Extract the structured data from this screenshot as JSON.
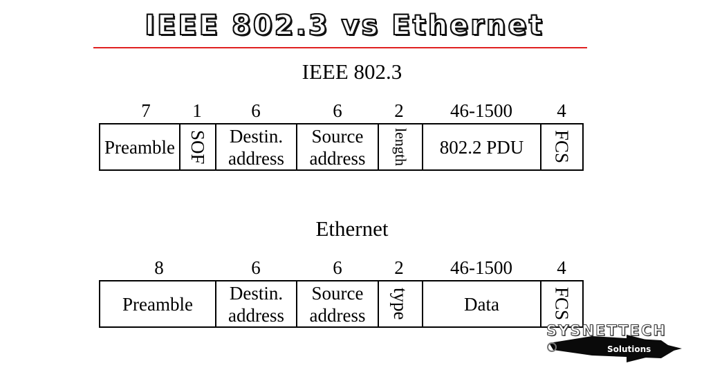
{
  "header": {
    "title": "IEEE 802.3 vs Ethernet",
    "rule_color": "#e02020"
  },
  "frames": [
    {
      "title": "IEEE 802.3",
      "fields": [
        {
          "size": "7",
          "label": "Preamble",
          "label2": "",
          "orientation": "horizontal"
        },
        {
          "size": "1",
          "label": "SOF",
          "label2": "",
          "orientation": "vertical"
        },
        {
          "size": "6",
          "label": "Destin.",
          "label2": "address",
          "orientation": "horizontal"
        },
        {
          "size": "6",
          "label": "Source",
          "label2": "address",
          "orientation": "horizontal"
        },
        {
          "size": "2",
          "label": "length",
          "label2": "",
          "orientation": "vertical"
        },
        {
          "size": "46-1500",
          "label": "802.2 PDU",
          "label2": "",
          "orientation": "horizontal"
        },
        {
          "size": "4",
          "label": "FCS",
          "label2": "",
          "orientation": "vertical"
        }
      ]
    },
    {
      "title": "Ethernet",
      "fields": [
        {
          "size": "8",
          "label": "Preamble",
          "label2": "",
          "orientation": "horizontal"
        },
        {
          "size": "6",
          "label": "Destin.",
          "label2": "address",
          "orientation": "horizontal"
        },
        {
          "size": "6",
          "label": "Source",
          "label2": "address",
          "orientation": "horizontal"
        },
        {
          "size": "2",
          "label": "type",
          "label2": "",
          "orientation": "vertical"
        },
        {
          "size": "46-1500",
          "label": "Data",
          "label2": "",
          "orientation": "horizontal"
        },
        {
          "size": "4",
          "label": "FCS",
          "label2": "",
          "orientation": "vertical"
        }
      ]
    }
  ],
  "watermark": {
    "brand": "SYSNETTECH",
    "sub": "Solutions",
    "icon": "arrow-logo-icon"
  }
}
